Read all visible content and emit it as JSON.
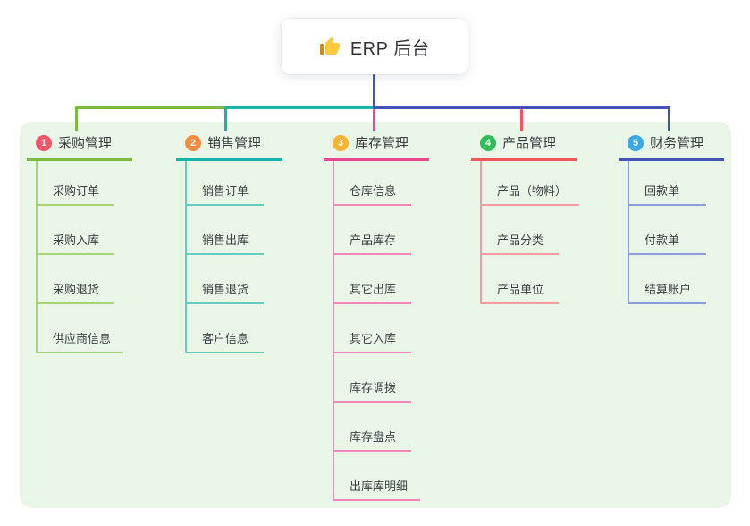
{
  "root": {
    "title": "ERP 后台",
    "icon": "thumbs-up-icon",
    "icon_color": "#FFC83D",
    "icon_cuff_color": "#C98A2C"
  },
  "canvas": {
    "panel_bg": "#E9F6E7",
    "page_bg": "#FFFFFF",
    "text_color": "#3A3B40"
  },
  "branches": [
    {
      "number": "1",
      "title": "采购管理",
      "badge_color": "#F25668",
      "line_color": "#7CBB3F",
      "line_light": "#A6D478",
      "children": [
        "采购订单",
        "采购入库",
        "采购退货",
        "供应商信息"
      ]
    },
    {
      "number": "2",
      "title": "销售管理",
      "badge_color": "#F98B3E",
      "line_color": "#16B3A8",
      "line_light": "#66CCC2",
      "children": [
        "销售订单",
        "销售出库",
        "销售退货",
        "客户信息"
      ]
    },
    {
      "number": "3",
      "title": "库存管理",
      "badge_color": "#FBB32F",
      "line_color": "#E8468F",
      "line_light": "#F287B8",
      "children": [
        "仓库信息",
        "产品库存",
        "其它出库",
        "其它入库",
        "库存调拨",
        "库存盘点",
        "出库库明细"
      ]
    },
    {
      "number": "4",
      "title": "产品管理",
      "badge_color": "#2EBE57",
      "line_color": "#F2555C",
      "line_light": "#F79BA0",
      "children": [
        "产品（物料）",
        "产品分类",
        "产品单位"
      ]
    },
    {
      "number": "5",
      "title": "财务管理",
      "badge_color": "#38A8E8",
      "line_color": "#4254B5",
      "line_light": "#8E9BDC",
      "children": [
        "回款单",
        "付款单",
        "结算账户"
      ]
    }
  ]
}
